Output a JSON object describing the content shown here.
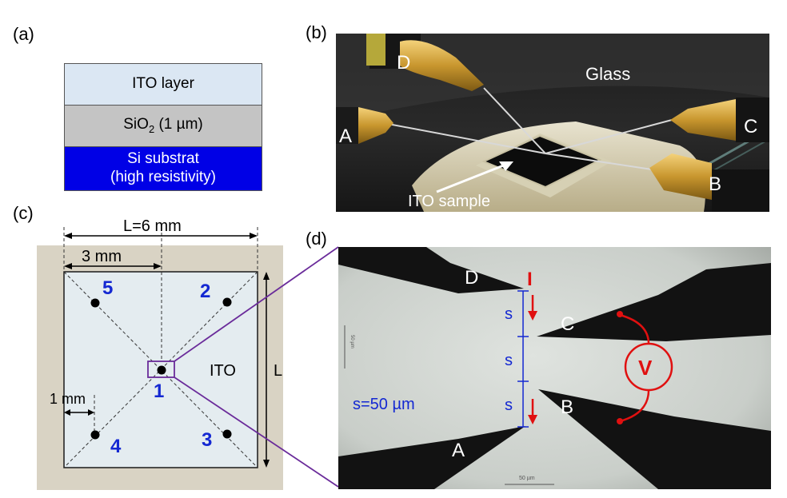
{
  "panels": {
    "a": "(a)",
    "b": "(b)",
    "c": "(c)",
    "d": "(d)"
  },
  "stack": {
    "ito_layer": "ITO layer",
    "sio2_prefix": "SiO",
    "sio2_sub": "2",
    "sio2_suffix": " (1 µm)",
    "si_line1": "Si substrat",
    "si_line2": "(high resistivity)"
  },
  "photo_b": {
    "probe_a": "A",
    "probe_b": "B",
    "probe_c": "C",
    "probe_d": "D",
    "glass": "Glass",
    "ito_sample": "ITO sample"
  },
  "diagram_c": {
    "length_label": "L=6 mm",
    "half_label": "3 mm",
    "edge_label": "1 mm",
    "side_label": "L",
    "ito_label": "ITO",
    "points": [
      "1",
      "2",
      "3",
      "4",
      "5"
    ]
  },
  "photo_d": {
    "probe_a": "A",
    "probe_b": "B",
    "probe_c": "C",
    "probe_d": "D",
    "current": "I",
    "voltage": "V",
    "spacing": [
      "s",
      "s",
      "s"
    ],
    "spacing_value": "s=50 µm",
    "scale_bar": "50 µm",
    "scale_bar_side": "50 µm"
  },
  "colors": {
    "ito": "#dbe7f3",
    "sio2": "#c4c4c4",
    "si": "#0000e6",
    "blue_text": "#1428d2",
    "red": "#e01010",
    "zoom_line": "#6a2b9a"
  }
}
